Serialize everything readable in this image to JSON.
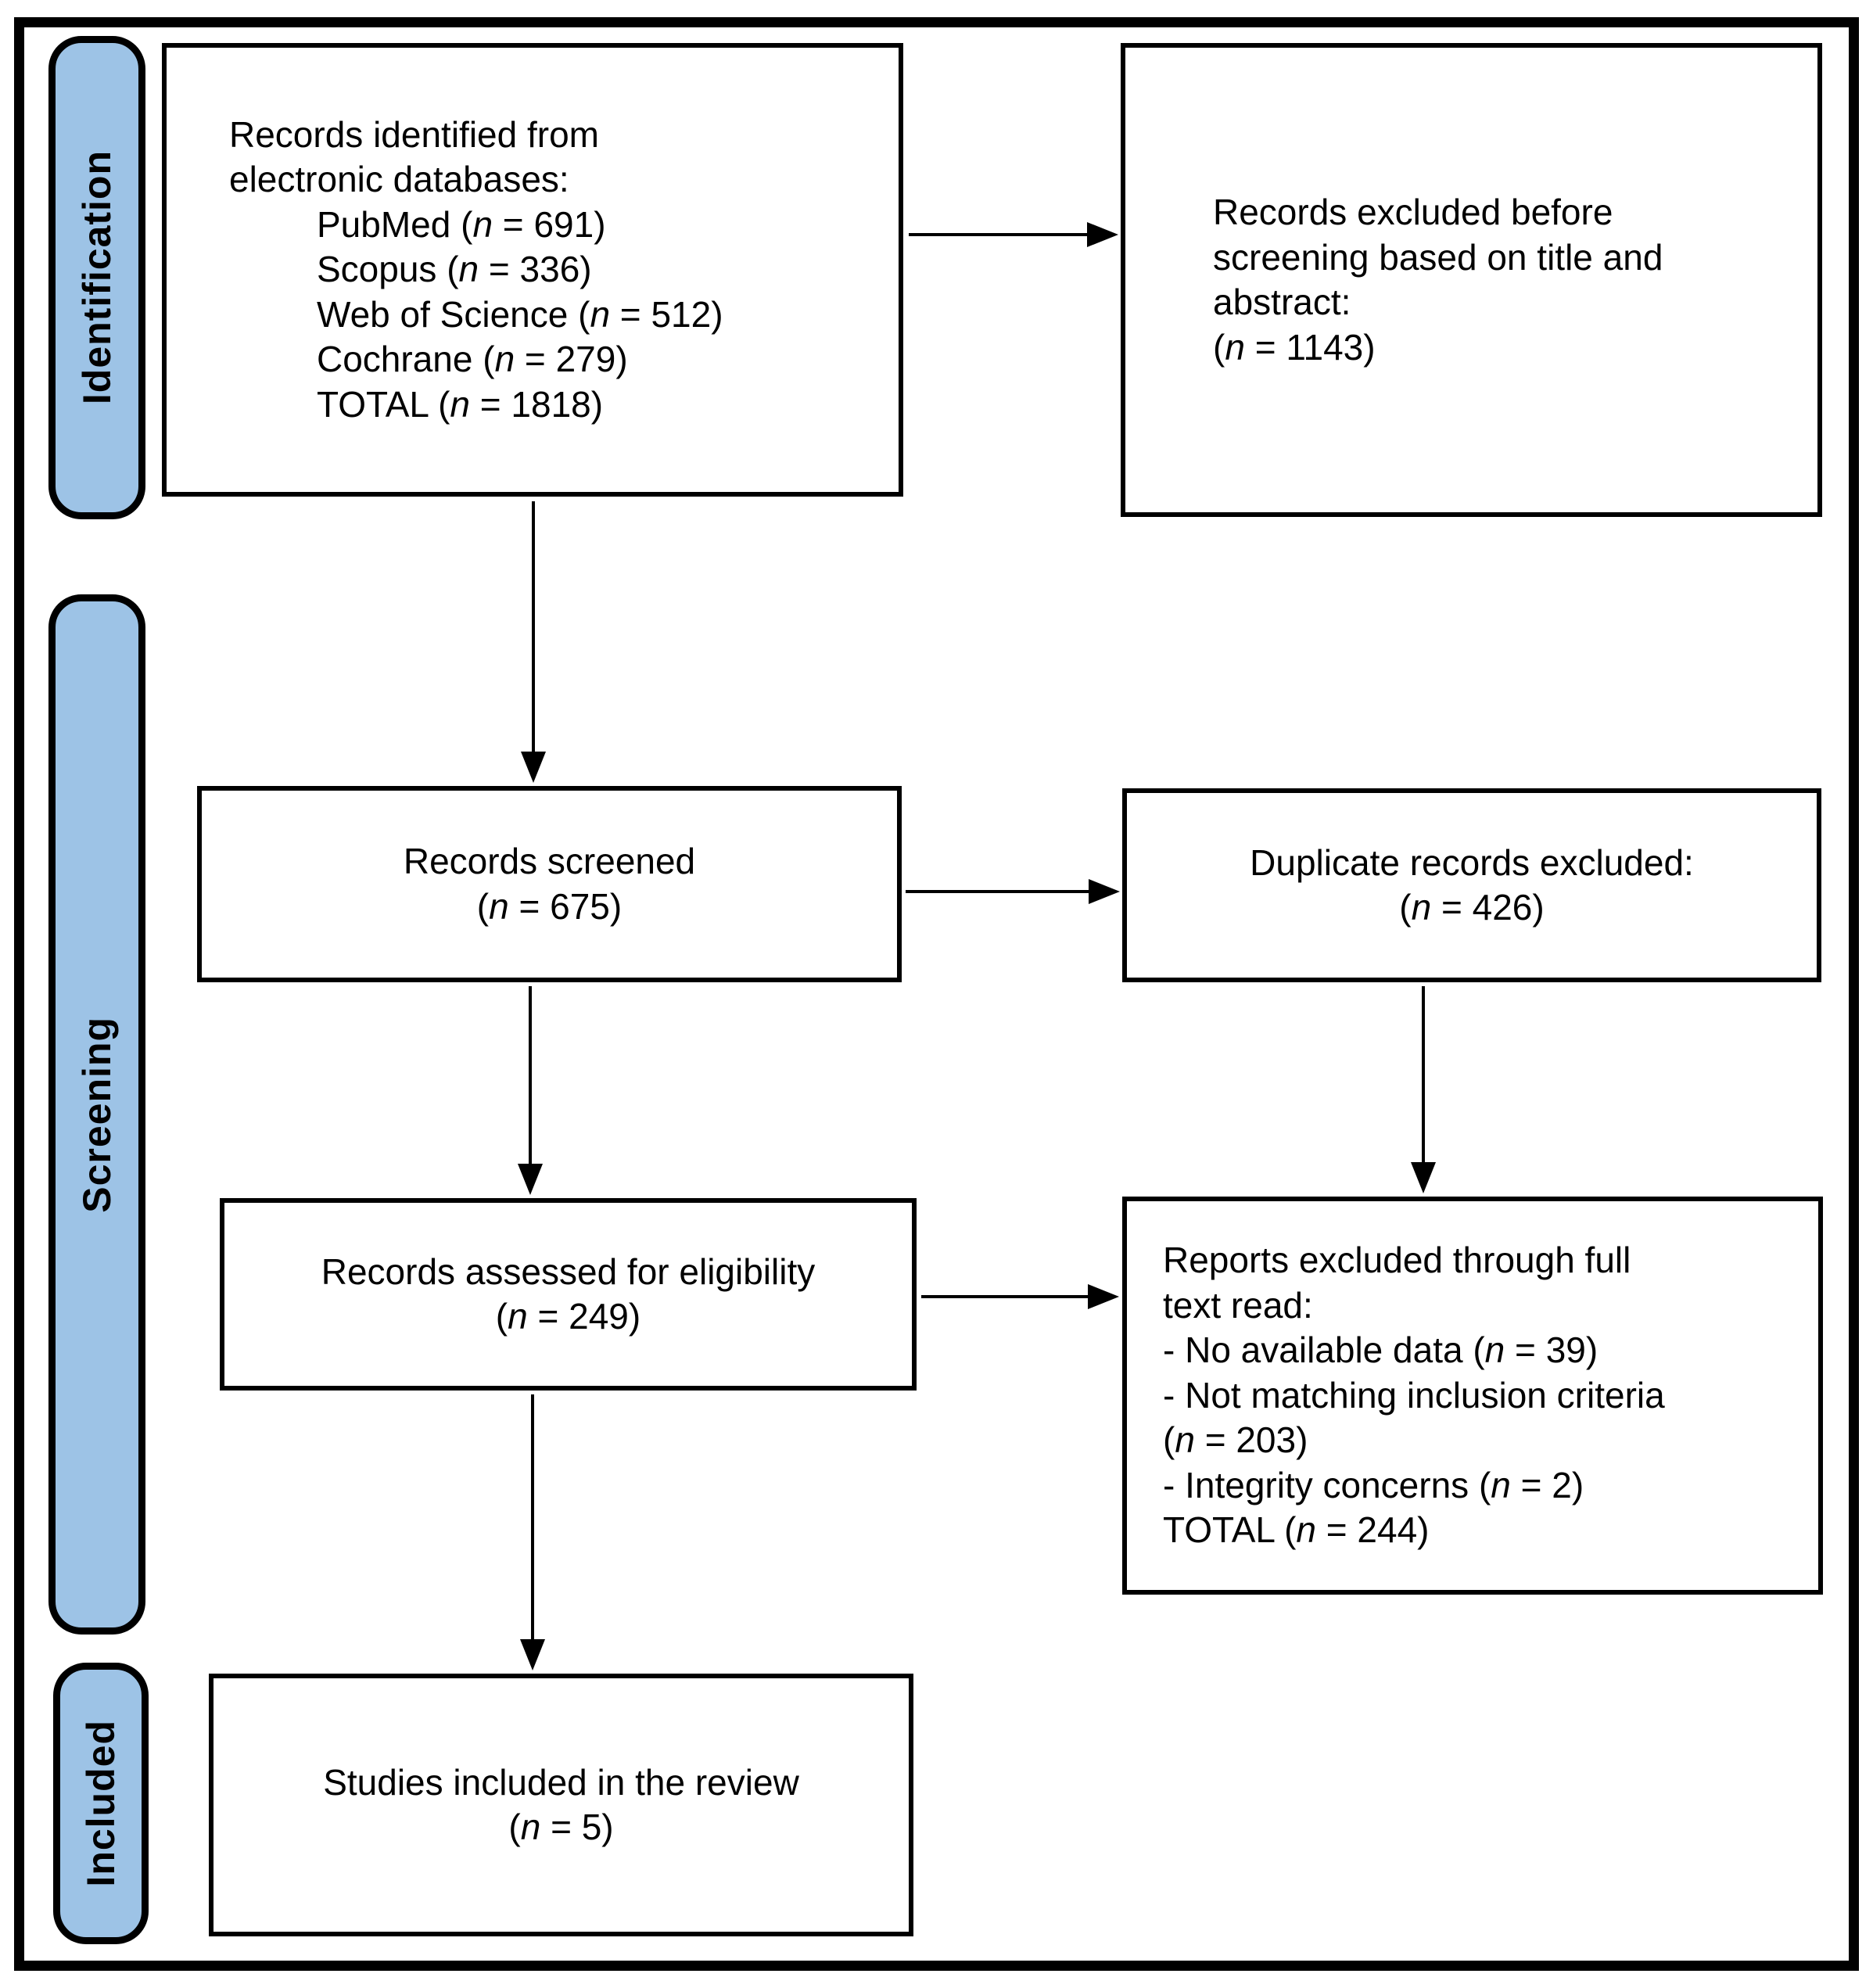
{
  "diagram": {
    "kind": "flow-diagram",
    "colors": {
      "stage_label_fill": "#9DC3E6",
      "border": "#000000",
      "box_background": "#FFFFFF"
    },
    "stages": [
      {
        "id": "identification",
        "label": "Identification"
      },
      {
        "id": "screening",
        "label": "Screening"
      },
      {
        "id": "included",
        "label": "Included"
      }
    ],
    "boxes": {
      "records_identified": {
        "align": "left",
        "lines": [
          {
            "segments": [
              {
                "text": "Records identified from"
              }
            ]
          },
          {
            "segments": [
              {
                "text": "electronic databases:"
              }
            ]
          },
          {
            "indent": true,
            "segments": [
              {
                "text": "PubMed ("
              },
              {
                "text": "n",
                "italic": true
              },
              {
                "text": " = 691)"
              }
            ]
          },
          {
            "indent": true,
            "segments": [
              {
                "text": "Scopus ("
              },
              {
                "text": "n",
                "italic": true
              },
              {
                "text": " = 336)"
              }
            ]
          },
          {
            "indent": true,
            "segments": [
              {
                "text": "Web of Science ("
              },
              {
                "text": "n",
                "italic": true
              },
              {
                "text": " = 512)"
              }
            ]
          },
          {
            "indent": true,
            "segments": [
              {
                "text": "Cochrane ("
              },
              {
                "text": "n",
                "italic": true
              },
              {
                "text": " = 279)"
              }
            ]
          },
          {
            "indent": true,
            "segments": [
              {
                "text": "TOTAL ("
              },
              {
                "text": "n",
                "italic": true
              },
              {
                "text": " = 1818)"
              }
            ]
          }
        ]
      },
      "excluded_before_screening": {
        "align": "left",
        "lines": [
          {
            "segments": [
              {
                "text": "Records excluded before"
              }
            ]
          },
          {
            "segments": [
              {
                "text": "screening based on title and"
              }
            ]
          },
          {
            "segments": [
              {
                "text": "abstract:"
              }
            ]
          },
          {
            "segments": [
              {
                "text": "("
              },
              {
                "text": "n",
                "italic": true
              },
              {
                "text": " = 1143)"
              }
            ]
          }
        ]
      },
      "records_screened": {
        "align": "center",
        "lines": [
          {
            "segments": [
              {
                "text": "Records screened"
              }
            ]
          },
          {
            "segments": [
              {
                "text": "("
              },
              {
                "text": "n",
                "italic": true
              },
              {
                "text": " = 675)"
              }
            ]
          }
        ]
      },
      "duplicates_excluded": {
        "align": "center",
        "lines": [
          {
            "segments": [
              {
                "text": "Duplicate records excluded:"
              }
            ]
          },
          {
            "segments": [
              {
                "text": "("
              },
              {
                "text": "n",
                "italic": true
              },
              {
                "text": " = 426)"
              }
            ]
          }
        ]
      },
      "records_assessed": {
        "align": "center",
        "lines": [
          {
            "segments": [
              {
                "text": "Records assessed for eligibility"
              }
            ]
          },
          {
            "segments": [
              {
                "text": "("
              },
              {
                "text": "n",
                "italic": true
              },
              {
                "text": " = 249)"
              }
            ]
          }
        ]
      },
      "reports_excluded": {
        "align": "left",
        "lines": [
          {
            "segments": [
              {
                "text": "Reports excluded through full"
              }
            ]
          },
          {
            "segments": [
              {
                "text": "text read:"
              }
            ]
          },
          {
            "segments": [
              {
                "text": "- No available data ("
              },
              {
                "text": "n",
                "italic": true
              },
              {
                "text": " = 39)"
              }
            ]
          },
          {
            "segments": [
              {
                "text": "- Not matching inclusion criteria"
              }
            ]
          },
          {
            "segments": [
              {
                "text": "("
              },
              {
                "text": "n",
                "italic": true
              },
              {
                "text": " = 203)"
              }
            ]
          },
          {
            "segments": [
              {
                "text": "- Integrity concerns ("
              },
              {
                "text": "n",
                "italic": true
              },
              {
                "text": " = 2)"
              }
            ]
          },
          {
            "segments": [
              {
                "text": "TOTAL ("
              },
              {
                "text": "n",
                "italic": true
              },
              {
                "text": " = 244)"
              }
            ]
          }
        ]
      },
      "studies_included": {
        "align": "center",
        "lines": [
          {
            "segments": [
              {
                "text": "Studies included in the review"
              }
            ]
          },
          {
            "segments": [
              {
                "text": "("
              },
              {
                "text": "n",
                "italic": true
              },
              {
                "text": " = 5)"
              }
            ]
          }
        ]
      }
    },
    "edges": [
      {
        "from": "records_identified",
        "to": "excluded_before_screening"
      },
      {
        "from": "records_identified",
        "to": "records_screened"
      },
      {
        "from": "records_screened",
        "to": "duplicates_excluded"
      },
      {
        "from": "records_screened",
        "to": "records_assessed"
      },
      {
        "from": "duplicates_excluded",
        "to": "reports_excluded"
      },
      {
        "from": "records_assessed",
        "to": "reports_excluded"
      },
      {
        "from": "records_assessed",
        "to": "studies_included"
      }
    ]
  }
}
